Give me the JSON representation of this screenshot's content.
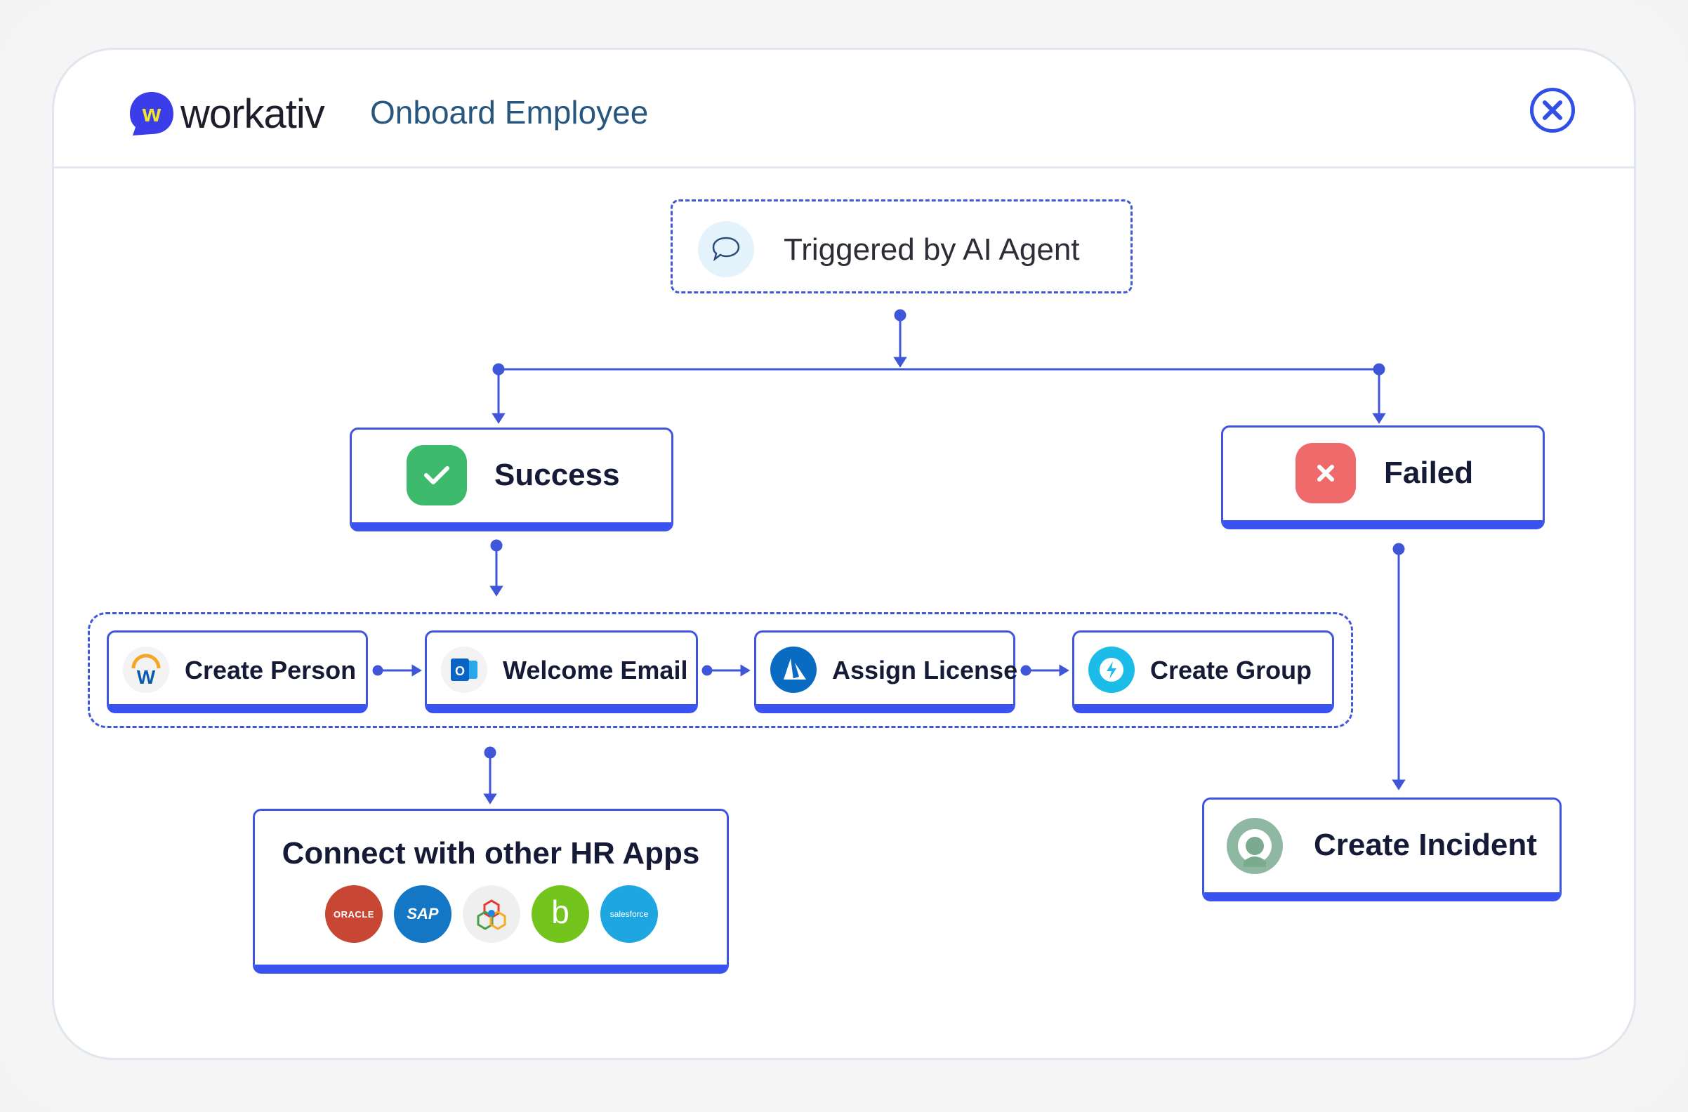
{
  "header": {
    "brand": "workativ",
    "logo_glyph": "w",
    "title": "Onboard Employee",
    "close_icon": "close-circle-icon"
  },
  "trigger": {
    "label": "Triggered by AI Agent",
    "icon": "chat-bubble-icon"
  },
  "branches": {
    "success": {
      "label": "Success",
      "icon": "check-icon",
      "color": "#3dba6c"
    },
    "failed": {
      "label": "Failed",
      "icon": "x-icon",
      "color": "#ef6b6b"
    }
  },
  "actions": [
    {
      "label": "Create Person",
      "icon": "workday-icon"
    },
    {
      "label": "Welcome Email",
      "icon": "outlook-icon"
    },
    {
      "label": "Assign License",
      "icon": "azure-icon"
    },
    {
      "label": "Create Group",
      "icon": "freshservice-icon"
    }
  ],
  "hr_apps": {
    "title": "Connect with other HR Apps",
    "apps": [
      {
        "name": "ORACLE",
        "icon": "oracle-icon",
        "color": "#c74634"
      },
      {
        "name": "SAP",
        "icon": "sap-icon",
        "color": "#1477c6"
      },
      {
        "name": "",
        "icon": "zoho-icon",
        "color": "#efefef"
      },
      {
        "name": "b",
        "icon": "bamboohr-icon",
        "color": "#73c41d"
      },
      {
        "name": "salesforce",
        "icon": "salesforce-icon",
        "color": "#1ea6e0"
      }
    ]
  },
  "incident": {
    "label": "Create Incident",
    "icon": "incident-icon",
    "color": "#7aab8f"
  },
  "colors": {
    "accent": "#3a53f0",
    "connector": "#3f56d8",
    "title": "#27567f"
  }
}
